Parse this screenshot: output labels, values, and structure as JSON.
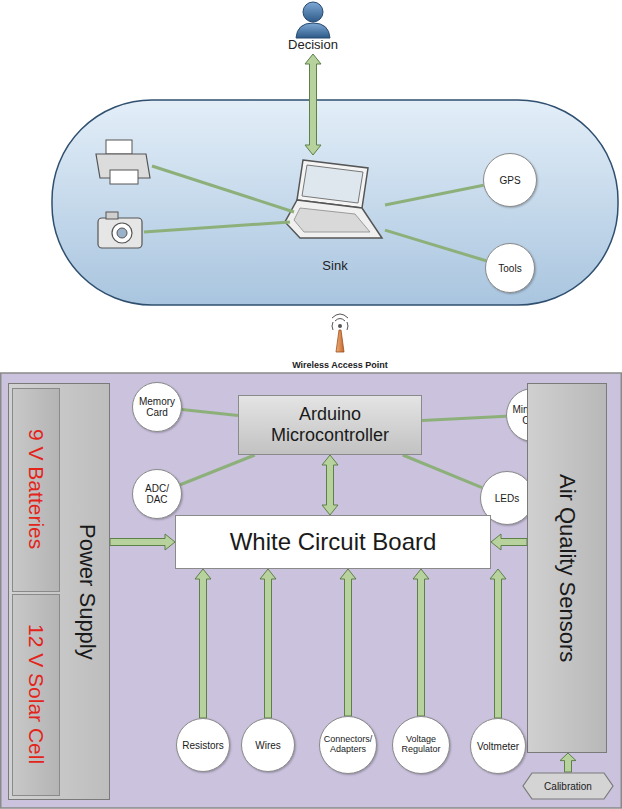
{
  "diagram": {
    "nodes": [
      {
        "text": [
          "Decision"
        ]
      },
      {
        "text": [
          "Sink"
        ]
      },
      {
        "text": [
          "GPS"
        ]
      },
      {
        "text": [
          "Tools"
        ]
      },
      {
        "text": [
          "Wireless Access Point"
        ]
      },
      {
        "text": [
          "Power Supply"
        ]
      },
      {
        "text": [
          "9 V Batteries"
        ],
        "in": 5
      },
      {
        "text": [
          "12 V Solar Cell"
        ],
        "in": 5
      },
      {
        "text": [
          "Arduino Microcontroller"
        ]
      },
      {
        "text": [
          "Memory Card"
        ]
      },
      {
        "text": [
          "Mini WiFi Card"
        ]
      },
      {
        "text": [
          "ADC/ DAC"
        ]
      },
      {
        "text": [
          "LEDs"
        ]
      },
      {
        "text": [
          "White Circuit Board"
        ]
      },
      {
        "text": [
          "Air Quality Sensors"
        ]
      },
      {
        "text": [
          "Resistors"
        ]
      },
      {
        "text": [
          "Wires"
        ]
      },
      {
        "text": [
          "Connectors/ Adapters"
        ]
      },
      {
        "text": [
          "Voltage Regulator"
        ]
      },
      {
        "text": [
          "Voltmeter"
        ]
      },
      {
        "text": [
          "Calibration"
        ]
      }
    ],
    "edges": [
      {
        "from": 0,
        "to": 1,
        "arrow": "both"
      },
      {
        "from": 1,
        "to": 2,
        "arrow": "none"
      },
      {
        "from": 1,
        "to": 3,
        "arrow": "none"
      },
      {
        "from": 9,
        "to": 8,
        "arrow": "none"
      },
      {
        "from": 10,
        "to": 8,
        "arrow": "none"
      },
      {
        "from": 11,
        "to": 8,
        "arrow": "none"
      },
      {
        "from": 12,
        "to": 8,
        "arrow": "none"
      },
      {
        "from": 8,
        "to": 13,
        "arrow": "both"
      },
      {
        "from": 5,
        "to": 13,
        "arrow": "to"
      },
      {
        "from": 14,
        "to": 13,
        "arrow": "to"
      },
      {
        "from": 15,
        "to": 13,
        "arrow": "to"
      },
      {
        "from": 16,
        "to": 13,
        "arrow": "to"
      },
      {
        "from": 17,
        "to": 13,
        "arrow": "to"
      },
      {
        "from": 18,
        "to": 13,
        "arrow": "to"
      },
      {
        "from": 19,
        "to": 13,
        "arrow": "to"
      },
      {
        "from": 20,
        "to": 14,
        "arrow": "to"
      }
    ]
  }
}
